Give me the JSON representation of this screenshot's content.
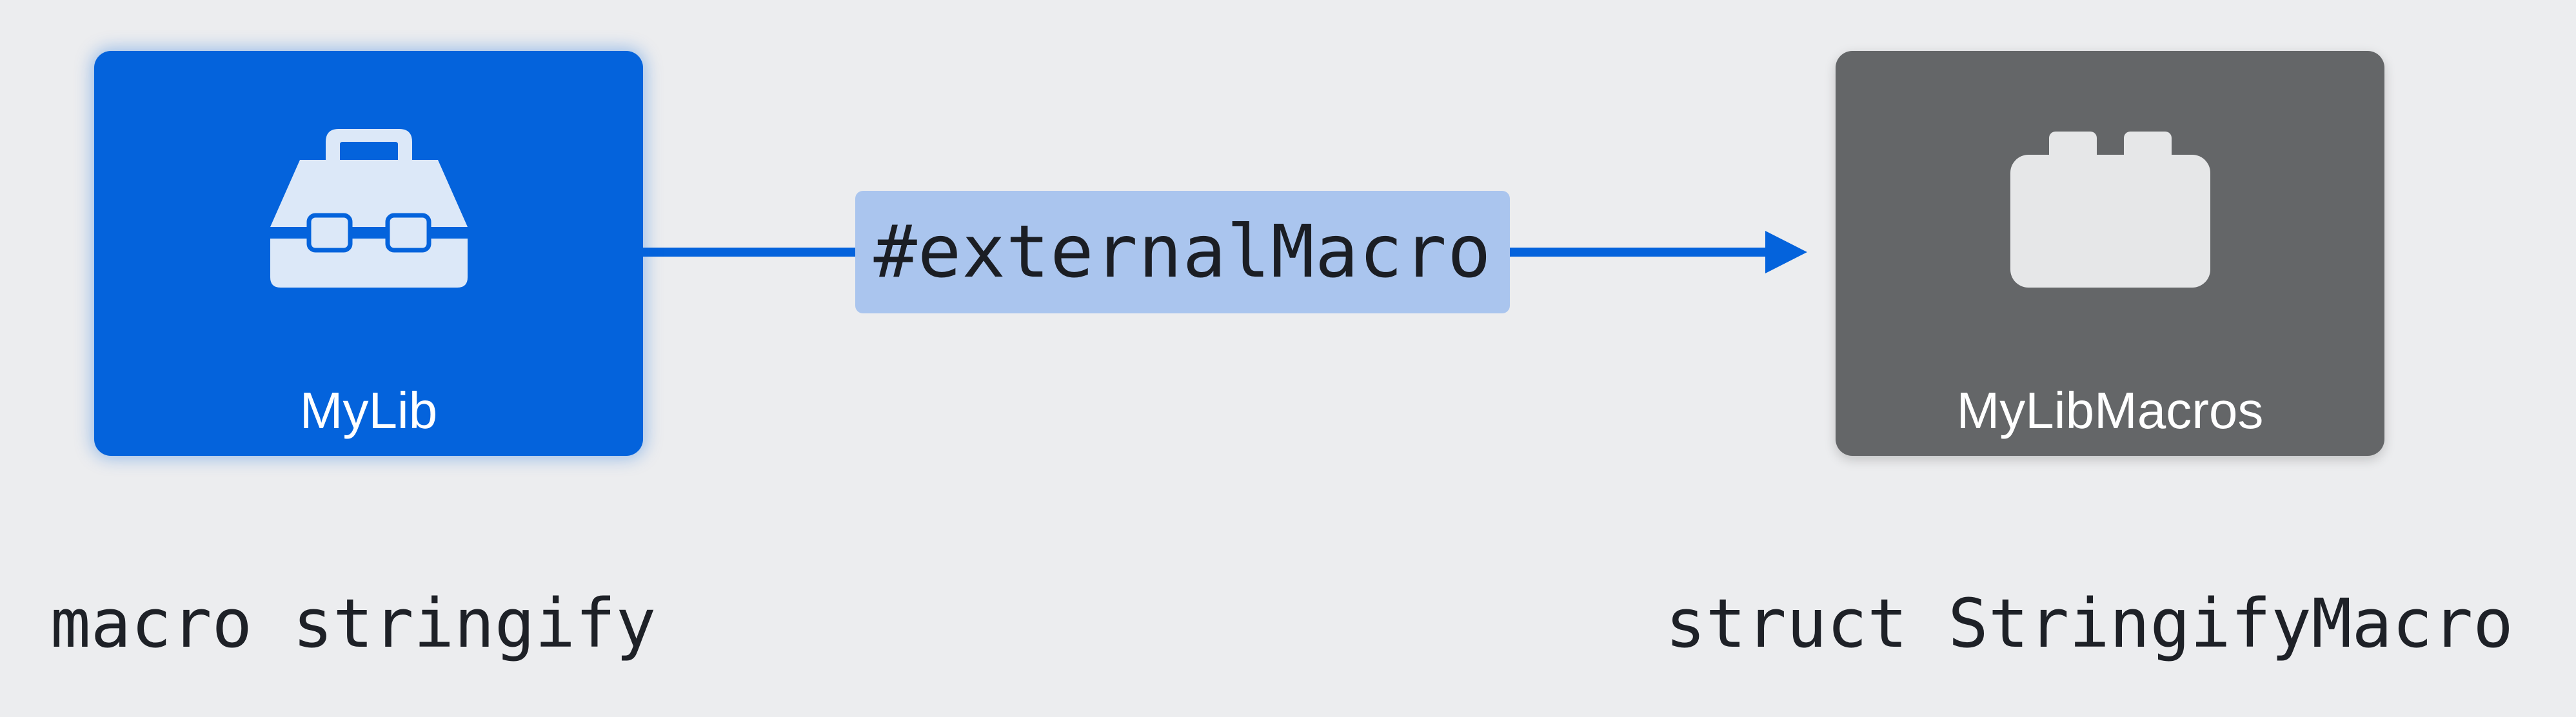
{
  "diagram": {
    "source": {
      "label": "MyLib",
      "icon": "toolbox-icon",
      "color": "#0463DC",
      "declaration": "macro stringify"
    },
    "target": {
      "label": "MyLibMacros",
      "icon": "plugin-block-icon",
      "color": "#646668",
      "declaration": "struct StringifyMacro"
    },
    "edge": {
      "label": "#externalMacro",
      "color": "#0463DC",
      "label_background": "#AAC5EE"
    },
    "background": "#ECEDEF"
  }
}
